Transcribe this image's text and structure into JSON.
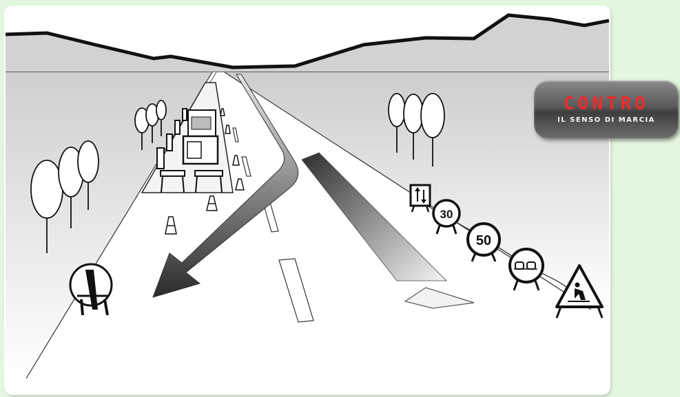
{
  "badge": {
    "title": "CONTRO",
    "subtitle": "IL SENSO DI MARCIA"
  },
  "signs": {
    "speed_limit_1": "30",
    "speed_limit_2": "50"
  },
  "colors": {
    "background": "#e3f6df",
    "sky": "#ffffff",
    "hills": "#cfcfcf",
    "ground": "#e8e8e8",
    "badge_text": "#f02a2a",
    "arrow_dark": "#2f2f2f"
  },
  "icons": [
    "tree-icon",
    "traffic-cone-icon",
    "barrier-icon",
    "truck-icon",
    "two-way-traffic-sign-icon",
    "speed-limit-sign-icon",
    "no-overtaking-sign-icon",
    "road-works-sign-icon",
    "lane-change-arrow-icon"
  ]
}
